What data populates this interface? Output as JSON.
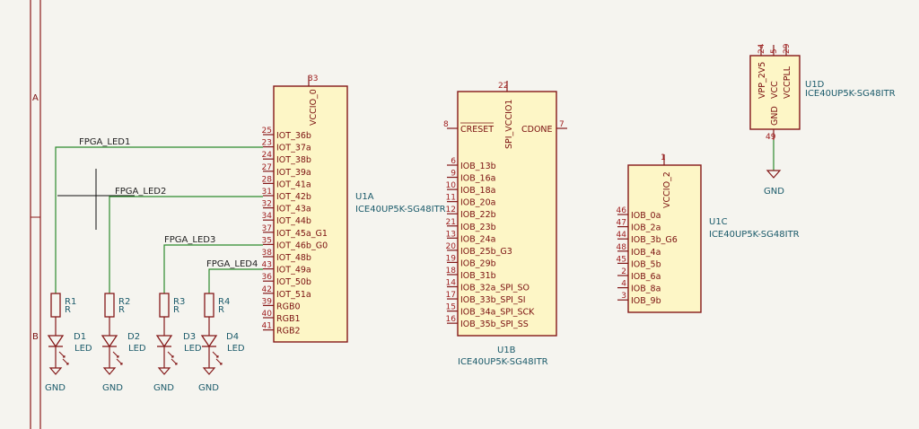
{
  "frame": {
    "row_labels": [
      "A",
      "B"
    ]
  },
  "u1a": {
    "ref": "U1A",
    "value": "ICE40UP5K-SG48ITR",
    "power_pin": {
      "name": "VCCIO_0",
      "num": "33"
    },
    "pins": [
      {
        "num": "25",
        "name": "IOT_36b"
      },
      {
        "num": "23",
        "name": "IOT_37a"
      },
      {
        "num": "24",
        "name": "IOT_38b"
      },
      {
        "num": "27",
        "name": "IOT_39a"
      },
      {
        "num": "28",
        "name": "IOT_41a"
      },
      {
        "num": "31",
        "name": "IOT_42b"
      },
      {
        "num": "32",
        "name": "IOT_43a"
      },
      {
        "num": "34",
        "name": "IOT_44b"
      },
      {
        "num": "37",
        "name": "IOT_45a_G1"
      },
      {
        "num": "35",
        "name": "IOT_46b_G0"
      },
      {
        "num": "38",
        "name": "IOT_48b"
      },
      {
        "num": "43",
        "name": "IOT_49a"
      },
      {
        "num": "36",
        "name": "IOT_50b"
      },
      {
        "num": "42",
        "name": "IOT_51a"
      },
      {
        "num": "39",
        "name": "RGB0"
      },
      {
        "num": "40",
        "name": "RGB1"
      },
      {
        "num": "41",
        "name": "RGB2"
      }
    ]
  },
  "u1b": {
    "ref": "U1B",
    "value": "ICE40UP5K-SG48ITR",
    "power_pin": {
      "name": "SPI_VCCIO1",
      "num": "22"
    },
    "creset": {
      "num": "8",
      "name": "CRESET"
    },
    "cdone": {
      "num": "7",
      "name": "CDONE"
    },
    "pins": [
      {
        "num": "6",
        "name": "IOB_13b"
      },
      {
        "num": "9",
        "name": "IOB_16a"
      },
      {
        "num": "10",
        "name": "IOB_18a"
      },
      {
        "num": "11",
        "name": "IOB_20a"
      },
      {
        "num": "12",
        "name": "IOB_22b"
      },
      {
        "num": "21",
        "name": "IOB_23b"
      },
      {
        "num": "13",
        "name": "IOB_24a"
      },
      {
        "num": "20",
        "name": "IOB_25b_G3"
      },
      {
        "num": "19",
        "name": "IOB_29b"
      },
      {
        "num": "18",
        "name": "IOB_31b"
      },
      {
        "num": "14",
        "name": "IOB_32a_SPI_SO"
      },
      {
        "num": "17",
        "name": "IOB_33b_SPI_SI"
      },
      {
        "num": "15",
        "name": "IOB_34a_SPI_SCK"
      },
      {
        "num": "16",
        "name": "IOB_35b_SPI_SS"
      }
    ]
  },
  "u1c": {
    "ref": "U1C",
    "value": "ICE40UP5K-SG48ITR",
    "power_pin": {
      "name": "VCCIO_2",
      "num": "1"
    },
    "pins": [
      {
        "num": "46",
        "name": "IOB_0a"
      },
      {
        "num": "47",
        "name": "IOB_2a"
      },
      {
        "num": "44",
        "name": "IOB_3b_G6"
      },
      {
        "num": "48",
        "name": "IOB_4a"
      },
      {
        "num": "45",
        "name": "IOB_5b"
      },
      {
        "num": "2",
        "name": "IOB_6a"
      },
      {
        "num": "4",
        "name": "IOB_8a"
      },
      {
        "num": "3",
        "name": "IOB_9b"
      }
    ]
  },
  "u1d": {
    "ref": "U1D",
    "value": "ICE40UP5K-SG48ITR",
    "top_pins": [
      {
        "num": "24",
        "name": "VPP_2V5"
      },
      {
        "num": "5",
        "name": "VCC"
      },
      {
        "num": "29",
        "name": "VCCPLL"
      }
    ],
    "gnd_pin": {
      "num": "49",
      "name": "GND"
    }
  },
  "resistors": [
    {
      "ref": "R1",
      "value": "R"
    },
    {
      "ref": "R2",
      "value": "R"
    },
    {
      "ref": "R3",
      "value": "R"
    },
    {
      "ref": "R4",
      "value": "R"
    }
  ],
  "leds": [
    {
      "ref": "D1",
      "value": "LED"
    },
    {
      "ref": "D2",
      "value": "LED"
    },
    {
      "ref": "D3",
      "value": "LED"
    },
    {
      "ref": "D4",
      "value": "LED"
    }
  ],
  "nets": [
    "FPGA_LED1",
    "FPGA_LED2",
    "FPGA_LED3",
    "FPGA_LED4"
  ],
  "gnd_label": "GND",
  "colors": {
    "background": "#f5f4ef",
    "frame": "#8b1a1a",
    "symbol_body": "#fdf6c6",
    "symbol_outline": "#841818",
    "wire": "#2c8a2c",
    "ref_text": "#1a5a6a"
  }
}
